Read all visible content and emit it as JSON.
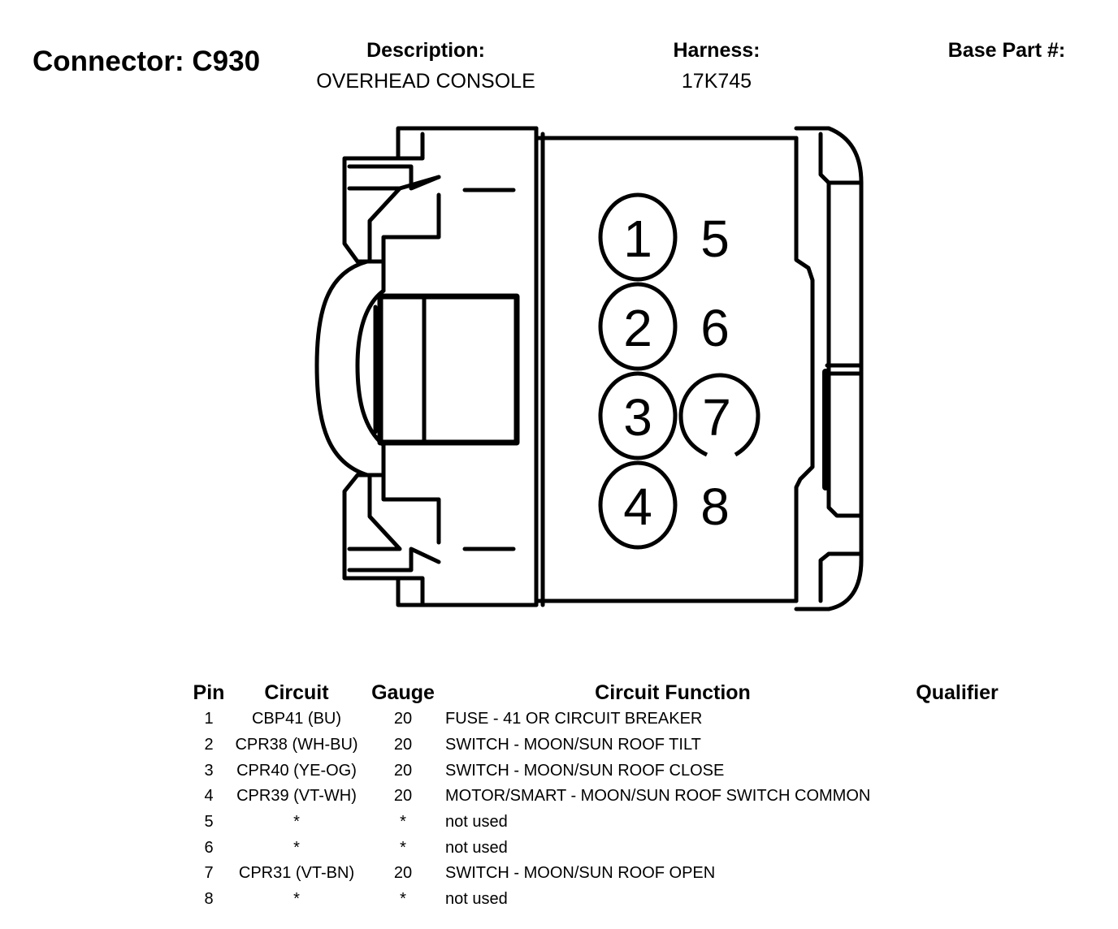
{
  "header": {
    "connector": "Connector: C930",
    "description_label": "Description:",
    "description_value": "OVERHEAD CONSOLE",
    "harness_label": "Harness:",
    "harness_value": "17K745",
    "base_part_label": "Base Part #:"
  },
  "diagram": {
    "pin_labels": [
      "1",
      "2",
      "3",
      "4",
      "5",
      "6",
      "7",
      "8"
    ]
  },
  "table": {
    "headers": {
      "pin": "Pin",
      "circuit": "Circuit",
      "gauge": "Gauge",
      "function": "Circuit Function",
      "qualifier": "Qualifier"
    },
    "rows": [
      {
        "pin": "1",
        "circuit": "CBP41 (BU)",
        "gauge": "20",
        "function": "FUSE - 41 OR CIRCUIT BREAKER",
        "qualifier": ""
      },
      {
        "pin": "2",
        "circuit": "CPR38 (WH-BU)",
        "gauge": "20",
        "function": "SWITCH - MOON/SUN ROOF TILT",
        "qualifier": ""
      },
      {
        "pin": "3",
        "circuit": "CPR40 (YE-OG)",
        "gauge": "20",
        "function": "SWITCH - MOON/SUN ROOF CLOSE",
        "qualifier": ""
      },
      {
        "pin": "4",
        "circuit": "CPR39 (VT-WH)",
        "gauge": "20",
        "function": "MOTOR/SMART - MOON/SUN ROOF SWITCH COMMON",
        "qualifier": ""
      },
      {
        "pin": "5",
        "circuit": "*",
        "gauge": "*",
        "function": "not used",
        "qualifier": ""
      },
      {
        "pin": "6",
        "circuit": "*",
        "gauge": "*",
        "function": "not used",
        "qualifier": ""
      },
      {
        "pin": "7",
        "circuit": "CPR31 (VT-BN)",
        "gauge": "20",
        "function": "SWITCH - MOON/SUN ROOF OPEN",
        "qualifier": ""
      },
      {
        "pin": "8",
        "circuit": "*",
        "gauge": "*",
        "function": "not used",
        "qualifier": ""
      }
    ]
  }
}
